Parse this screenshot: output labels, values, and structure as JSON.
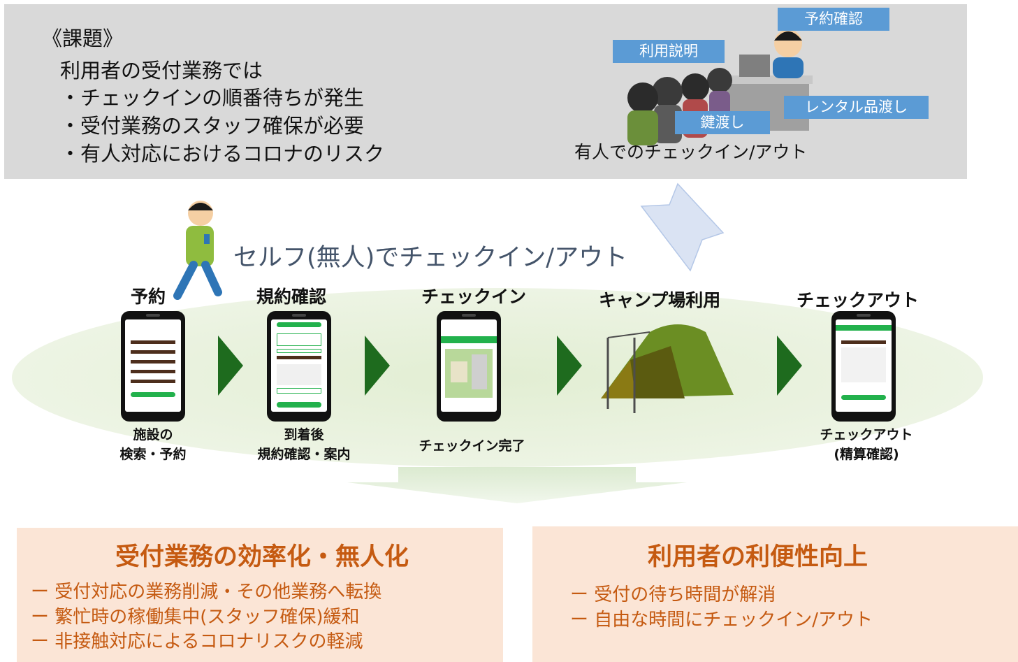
{
  "issues": {
    "title": "《課題》",
    "lines": [
      "利用者の受付業務では",
      "・チェックインの順番待ちが発生",
      "・受付業務のスタッフ確保が必要",
      "・有人対応におけるコロナのリスク"
    ]
  },
  "manned": {
    "tags": [
      "予約確認",
      "利用説明",
      "レンタル品渡し",
      "鍵渡し"
    ],
    "caption": "有人でのチェックイン/アウト"
  },
  "self_title": "セルフ(無人)でチェックイン/アウト",
  "steps": [
    {
      "title": "予約",
      "caption_lines": [
        "施設の",
        "検索・予約"
      ]
    },
    {
      "title": "規約確認",
      "caption_lines": [
        "到着後",
        "規約確認・案内"
      ]
    },
    {
      "title": "チェックイン",
      "caption_lines": [
        "チェックイン完了"
      ]
    },
    {
      "title": "キャンプ場利用",
      "caption_lines": []
    },
    {
      "title": "チェックアウト",
      "caption_lines": [
        "チェックアウト",
        "(精算確認)"
      ]
    }
  ],
  "results": [
    {
      "title": "受付業務の効率化・無人化",
      "items": [
        "ー 受付対応の業務削減・その他業務へ転換",
        "ー 繁忙時の稼働集中(スタッフ確保)緩和",
        "ー 非接触対応によるコロナリスクの軽減"
      ]
    },
    {
      "title": "利用者の利便性向上",
      "items": [
        "ー 受付の待ち時間が解消",
        "ー 自由な時間にチェックイン/アウト"
      ]
    }
  ],
  "colors": {
    "accent_orange": "#c55a11",
    "box_bg": "#fbe5d6",
    "tag_blue": "#5b9bd5",
    "arrow_green": "#1e6b1e",
    "panel_gray": "#d9d9d9",
    "title_slate": "#44546a"
  }
}
